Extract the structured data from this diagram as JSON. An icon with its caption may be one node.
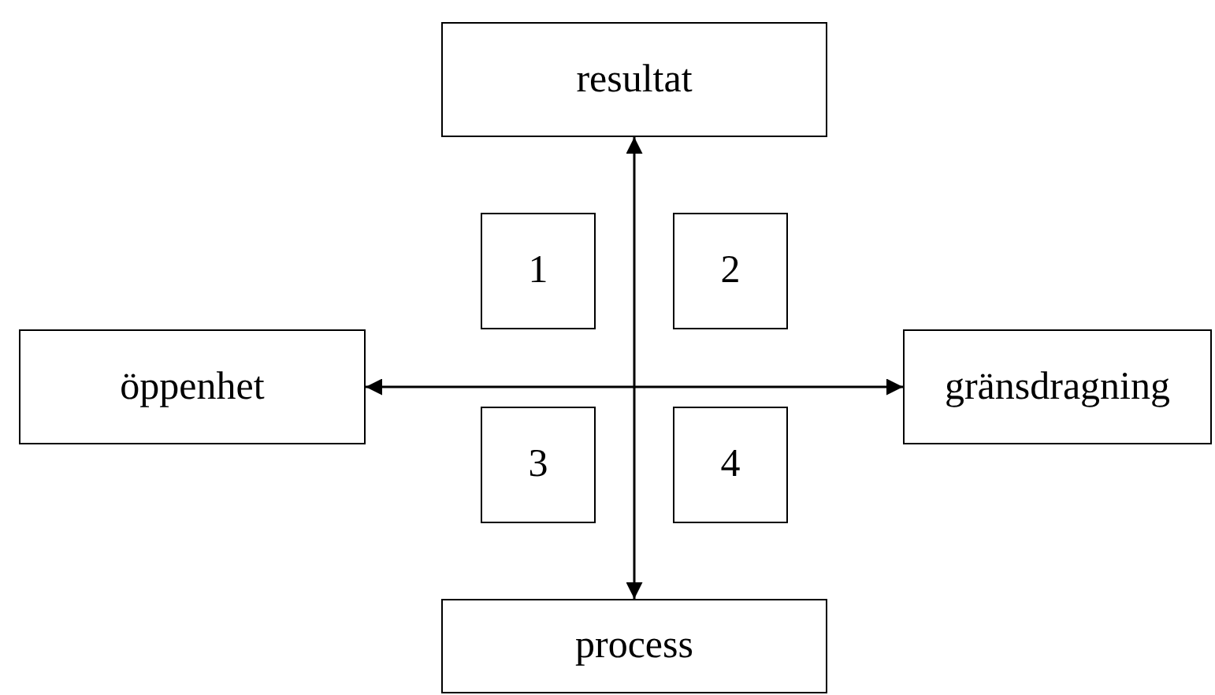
{
  "diagram": {
    "nodes": [
      {
        "text": [
          "resultat"
        ]
      },
      {
        "text": [
          "1"
        ]
      },
      {
        "text": [
          "2"
        ]
      },
      {
        "text": [
          "öppenhet"
        ]
      },
      {
        "text": [
          "gränsdragning"
        ]
      },
      {
        "text": [
          "3"
        ]
      },
      {
        "text": [
          "4"
        ]
      },
      {
        "text": [
          "process"
        ]
      }
    ],
    "edges": [
      {
        "from": 0,
        "to": 7,
        "arrow": "both"
      },
      {
        "from": 3,
        "to": 4,
        "arrow": "both"
      }
    ]
  }
}
